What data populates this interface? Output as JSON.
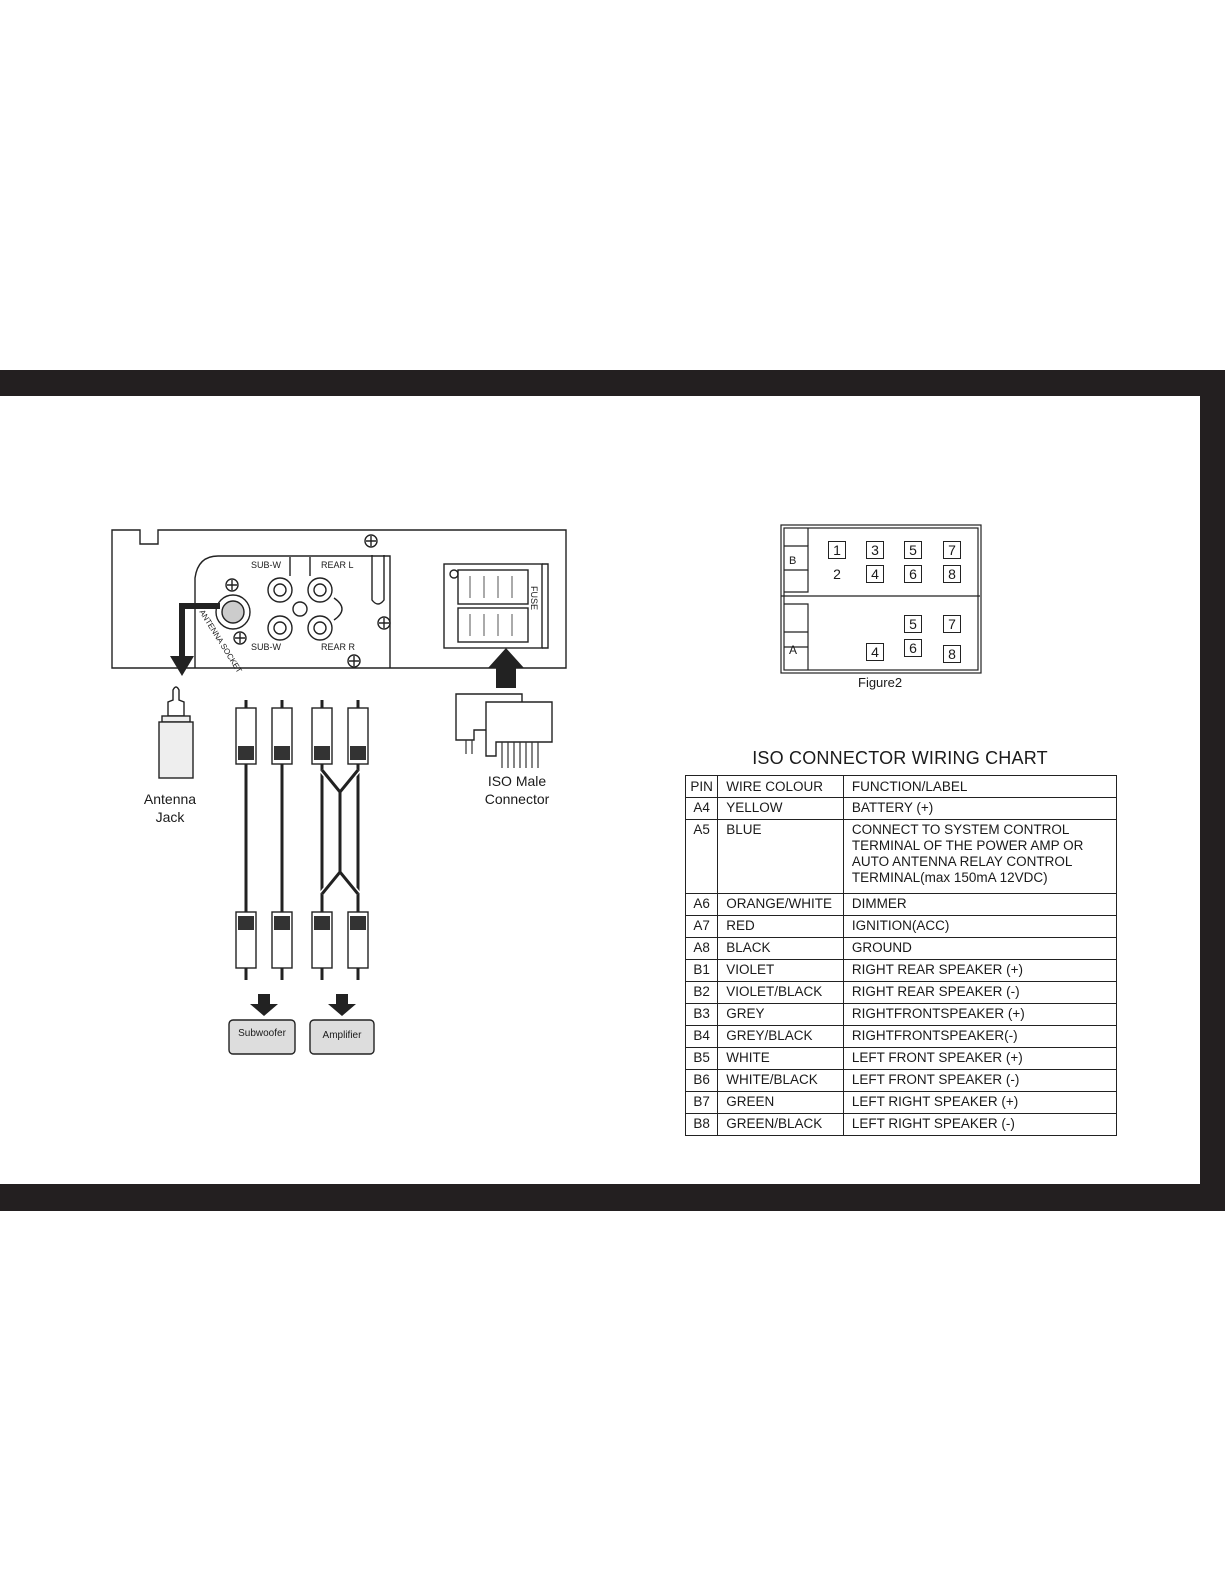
{
  "diagram": {
    "unit_labels": {
      "sub_w_top": "SUB-W",
      "rear_l": "REAR L",
      "sub_w_bottom": "SUB-W",
      "rear_r": "REAR R",
      "antenna_socket": "ANTENNA SOCKET",
      "fuse": "FUSE"
    },
    "antenna_jack": "Antenna\nJack",
    "iso_male_connector": "ISO Male\nConnector",
    "subwoofer": "Subwoofer",
    "amplifier": "Amplifier"
  },
  "figure2": {
    "caption": "Figure2",
    "block_b_label": "B",
    "block_a_label": "A",
    "block_b_pins": [
      "1",
      "3",
      "5",
      "7",
      "2",
      "4",
      "6",
      "8"
    ],
    "block_a_pins": [
      "5",
      "7",
      "6",
      "4",
      "8"
    ]
  },
  "chart": {
    "title": "ISO CONNECTOR WIRING CHART",
    "headers": [
      "PIN",
      "WIRE COLOUR",
      "FUNCTION/LABEL"
    ],
    "rows": [
      {
        "pin": "A4",
        "colour": "YELLOW",
        "function": "BATTERY (+)"
      },
      {
        "pin": "A5",
        "colour": "BLUE",
        "function": "CONNECT TO SYSTEM CONTROL TERMINAL OF THE POWER AMP OR AUTO ANTENNA RELAY CONTROL TERMINAL(max 150mA 12VDC)"
      },
      {
        "pin": "A6",
        "colour": "ORANGE/WHITE",
        "function": "DIMMER"
      },
      {
        "pin": "A7",
        "colour": "RED",
        "function": "IGNITION(ACC)"
      },
      {
        "pin": "A8",
        "colour": "BLACK",
        "function": "GROUND"
      },
      {
        "pin": "B1",
        "colour": "VIOLET",
        "function": "RIGHT REAR SPEAKER (+)"
      },
      {
        "pin": "B2",
        "colour": "VIOLET/BLACK",
        "function": "RIGHT REAR SPEAKER (-)"
      },
      {
        "pin": "B3",
        "colour": "GREY",
        "function": "RIGHTFRONTSPEAKER (+)"
      },
      {
        "pin": "B4",
        "colour": "GREY/BLACK",
        "function": "RIGHTFRONTSPEAKER(-)"
      },
      {
        "pin": "B5",
        "colour": "WHITE",
        "function": "LEFT FRONT SPEAKER (+)"
      },
      {
        "pin": "B6",
        "colour": "WHITE/BLACK",
        "function": "LEFT FRONT SPEAKER (-)"
      },
      {
        "pin": "B7",
        "colour": "GREEN",
        "function": "LEFT RIGHT SPEAKER (+)"
      },
      {
        "pin": "B8",
        "colour": "GREEN/BLACK",
        "function": "LEFT RIGHT SPEAKER (-)"
      }
    ]
  },
  "colors": {
    "band": "#231f20",
    "ink": "#1a1a1a"
  }
}
